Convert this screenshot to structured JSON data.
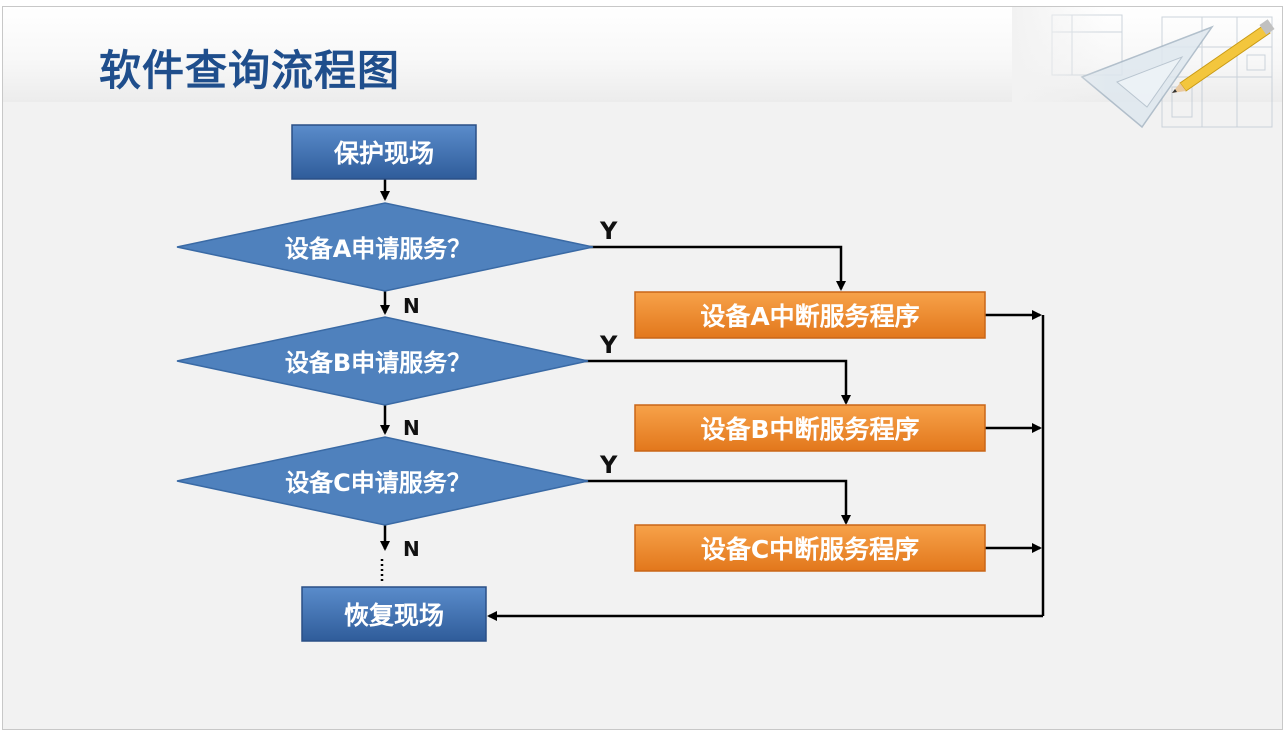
{
  "title": "软件查询流程图",
  "nodes": {
    "protect": "保护现场",
    "restore": "恢复现场",
    "dec_a": "设备A申请服务？",
    "dec_b": "设备B申请服务？",
    "dec_c": "设备C申请服务？",
    "isr_a": "设备A中断服务程序",
    "isr_b": "设备B中断服务程序",
    "isr_c": "设备C中断服务程序"
  },
  "edge_labels": {
    "yes": "Y",
    "no": "N"
  },
  "colors": {
    "title": "#1f4e8c",
    "process_blue": "#3f6fb0",
    "decision_blue": "#4f81bd",
    "isr_orange": "#f08a2c",
    "line": "#000000"
  }
}
